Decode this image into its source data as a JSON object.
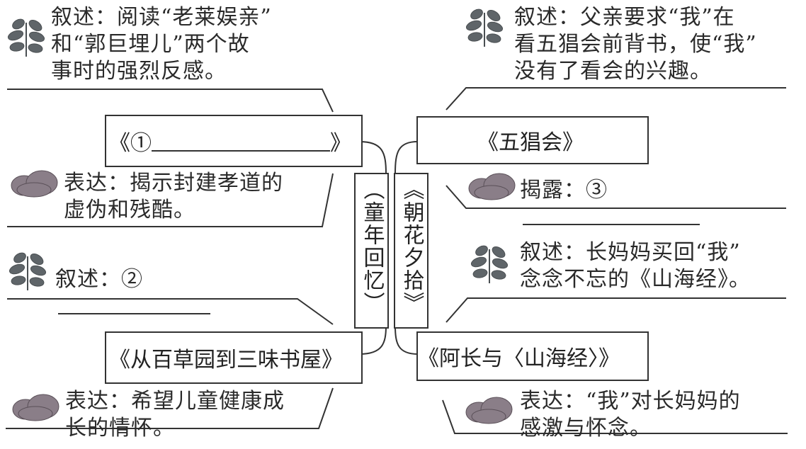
{
  "center": {
    "title": "《朝花夕拾》",
    "subtitle": "（童年回忆）"
  },
  "left": {
    "top_note": [
      "叙述：阅读“老莱娱亲”",
      "和“郭巨埋儿”两个故",
      "事时的强烈反感。"
    ],
    "title1": "《①",
    "title1_end": "》",
    "express1": [
      "表达：揭示封建孝道的",
      "虚伪和残酷。"
    ],
    "narr2": "叙述：②",
    "title2": "《从百草园到三味书屋》",
    "express2": [
      "表达：希望儿童健康成",
      "长的情怀。"
    ]
  },
  "right": {
    "top_note": [
      "叙述：父亲要求“我”在",
      "看五猖会前背书，使“我”",
      "没有了看会的兴趣。"
    ],
    "title1": "《五猖会》",
    "reveal": "揭露：③",
    "narr2": [
      "叙述：长妈妈买回“我”",
      "念念不忘的《山海经》。"
    ],
    "title2": "《阿长与〈山海经〉》",
    "express2": [
      "表达：“我”对长妈妈的",
      "感激与怀念。"
    ]
  },
  "icons": {
    "leaf": "leaf-icon",
    "cloud": "cloud-icon"
  },
  "colors": {
    "line": "#333333",
    "leaf": "#6a6f73",
    "cloud": "#8c7f8a"
  }
}
